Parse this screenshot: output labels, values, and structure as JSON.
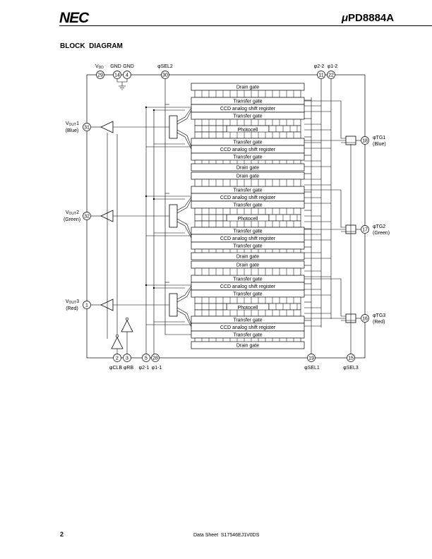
{
  "header": {
    "logo_text": "NEC",
    "part_prefix": "μ",
    "part_number": "PD8884A"
  },
  "section_title": "BLOCK  DIAGRAM",
  "top_pins": [
    {
      "label_main": "V",
      "label_sub": "DD",
      "number": "29"
    },
    {
      "label_main": "GND",
      "label_sub": "",
      "number": "14"
    },
    {
      "label_main": "GND",
      "label_sub": "",
      "number": "4"
    },
    {
      "label_main": "φSEL2",
      "label_sub": "",
      "number": "30"
    },
    {
      "label_main": "φ2-2",
      "label_sub": "",
      "number": "11"
    },
    {
      "label_main": "φ1-2",
      "label_sub": "",
      "number": "22"
    }
  ],
  "outputs": [
    {
      "name_main": "V",
      "name_sub": "OUT",
      "index": "1",
      "color": "(Blue)",
      "pin": "31"
    },
    {
      "name_main": "V",
      "name_sub": "OUT",
      "index": "2",
      "color": "(Green)",
      "pin": "32"
    },
    {
      "name_main": "V",
      "name_sub": "OUT",
      "index": "3",
      "color": "(Red)",
      "pin": "1"
    }
  ],
  "tg_pins": [
    {
      "label": "φTG1",
      "color": "(Blue)",
      "pin": "18"
    },
    {
      "label": "φTG2",
      "color": "(Green)",
      "pin": "17"
    },
    {
      "label": "φTG3",
      "color": "(Red)",
      "pin": "16"
    }
  ],
  "bottom_pins": [
    {
      "pin": "2",
      "label": "φCLB"
    },
    {
      "pin": "3",
      "label": "φRB"
    },
    {
      "pin": "5",
      "label": "φ2-1"
    },
    {
      "pin": "28",
      "label": "φ1-1"
    },
    {
      "pin": "19",
      "label": "φSEL1"
    },
    {
      "pin": "15",
      "label": "φSEL3"
    }
  ],
  "sensor_labels": {
    "drain_gate": "Drain gate",
    "transfer_gate": "Transfer gate",
    "ccd_register": "CCD analog shift  register",
    "photocell": "Photocell"
  },
  "channels": [
    {
      "color": "(Blue)"
    },
    {
      "color": "(Green)"
    },
    {
      "color": "(Red)"
    }
  ],
  "footer": {
    "page_number": "2",
    "doc_ref": "Data Sheet  S17546EJ1V0DS"
  }
}
